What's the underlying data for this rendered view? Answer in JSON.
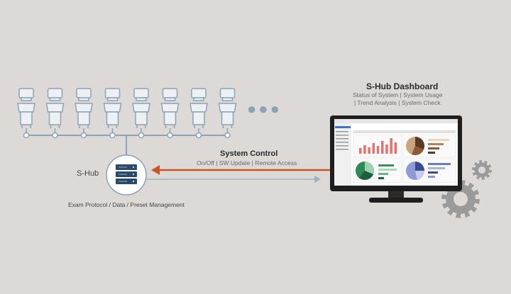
{
  "dashboard": {
    "title": "S-Hub Dashboard",
    "subtitle_line1": "Status of System | System Usage",
    "subtitle_line2": "| Trend Analysis | System Check"
  },
  "control": {
    "title": "System Control",
    "subtitle": "On/Off | SW Update | Remote Access"
  },
  "hub": {
    "label": "S-Hub",
    "subtitle": "Exam Protocol / Data / Preset Management"
  },
  "devices": {
    "count": 8,
    "more_indicator": "●●●"
  },
  "colors": {
    "background": "#dcd9d6",
    "device_outline": "#8ba3b7",
    "connector": "#8ba3b7",
    "control_arrow": "#c9552b",
    "data_arrow": "#9cb3c4",
    "server": "#2b4a6a",
    "monitor": "#1e1e1e",
    "gear": "#9a9a9a"
  },
  "icons": [
    "ultrasound-device-icon",
    "server-icon",
    "monitor-icon",
    "gear-icon"
  ]
}
